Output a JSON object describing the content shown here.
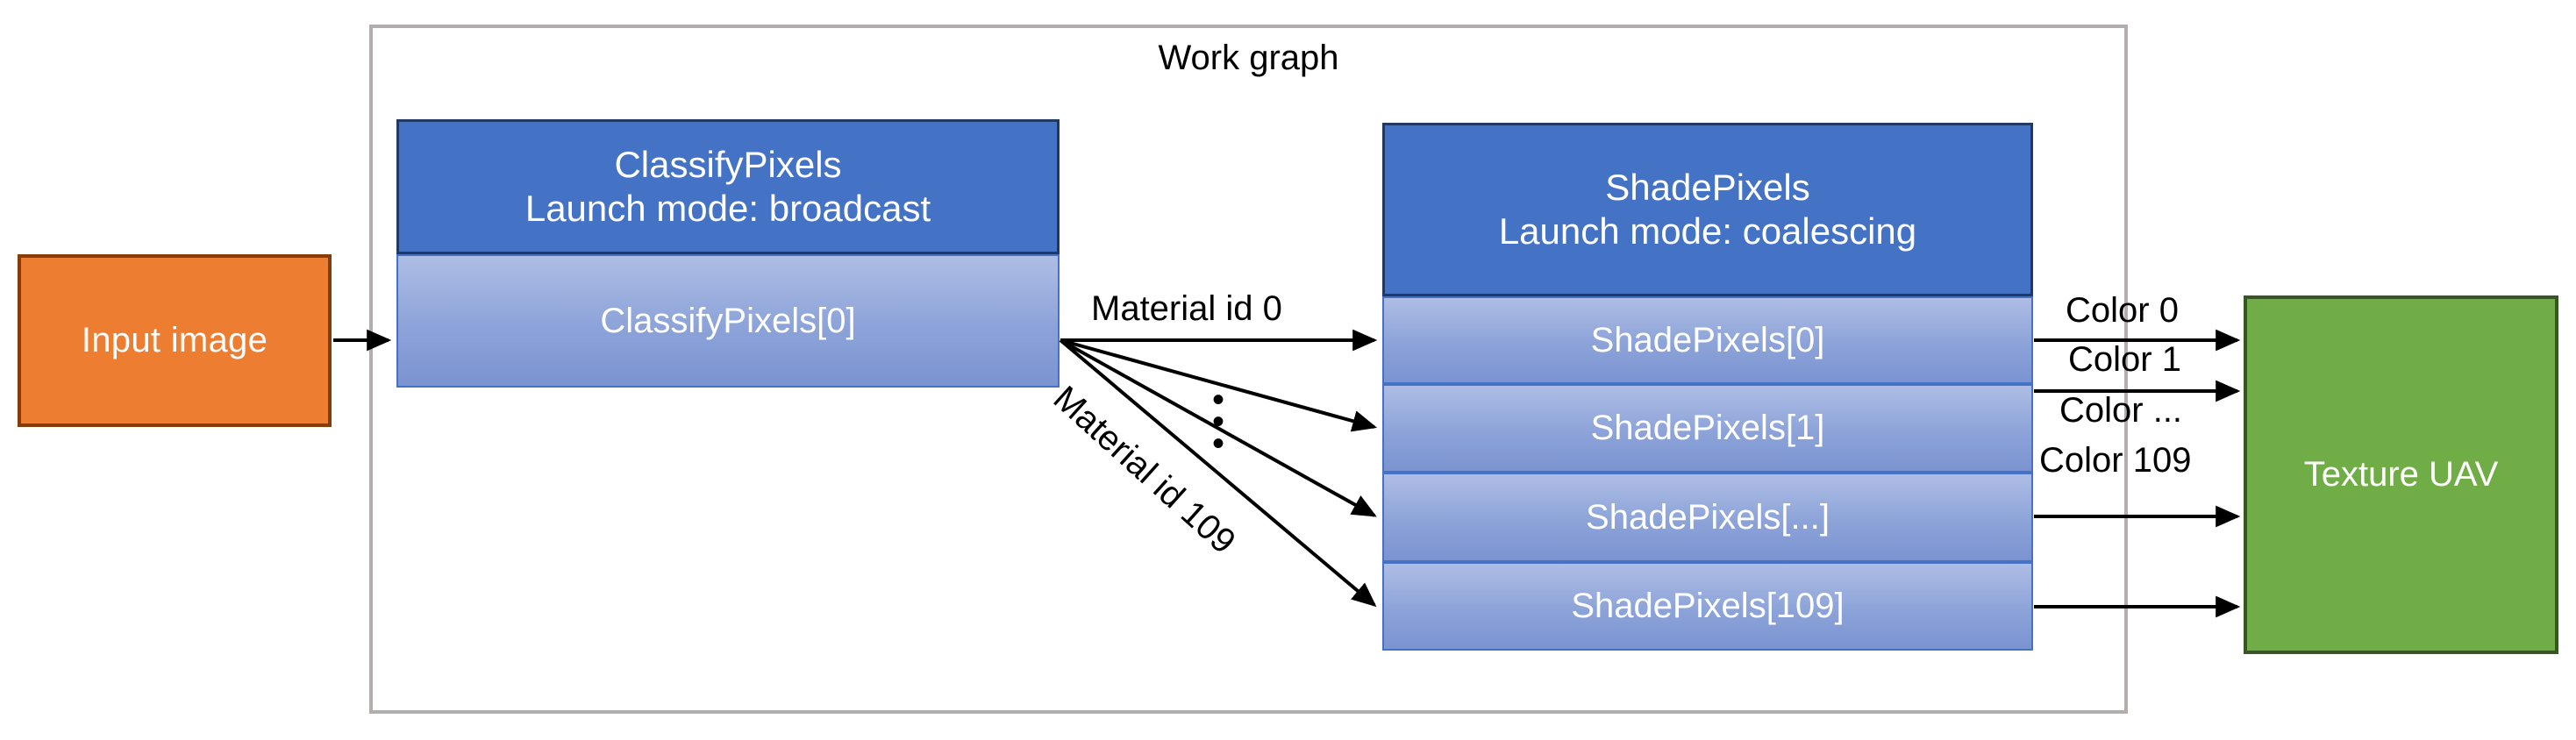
{
  "diagram": {
    "title": "Work graph",
    "container_border_color": "#b2aeae",
    "background": "#ffffff"
  },
  "input_node": {
    "label": "Input image",
    "fill": "#ED7D31",
    "border": "#843C0B",
    "text_color": "#ffffff"
  },
  "output_node": {
    "label": "Texture UAV",
    "fill": "#70AD47",
    "border": "#375623",
    "text_color": "#ffffff"
  },
  "nodes": [
    {
      "name": "ClassifyPixels",
      "launch_mode_label": "Launch mode: broadcast",
      "header_fill": "#4472C4",
      "header_border": "#1F3864",
      "rows": [
        "ClassifyPixels[0]"
      ],
      "row_fill_top": "#AEBDE4",
      "row_fill_bottom": "#7B93D0"
    },
    {
      "name": "ShadePixels",
      "launch_mode_label": "Launch mode: coalescing",
      "header_fill": "#4472C4",
      "header_border": "#1F3864",
      "rows": [
        "ShadePixels[0]",
        "ShadePixels[1]",
        "ShadePixels[...]",
        "ShadePixels[109]"
      ],
      "row_fill_top": "#AEBDE4",
      "row_fill_bottom": "#7B93D0"
    }
  ],
  "edge_labels": {
    "material_first": "Material id 0",
    "material_last": "Material id 109",
    "material_ellipsis": [
      "•",
      "•",
      "•"
    ],
    "color_0": "Color 0",
    "color_1": "Color 1",
    "color_dots": "Color ...",
    "color_109": "Color 109"
  },
  "edges": {
    "input_to_classify": {
      "from": "Input image",
      "to": "ClassifyPixels[0]"
    },
    "classify_to_shade": [
      {
        "label": "Material id 0",
        "to": "ShadePixels[0]"
      },
      {
        "label": "",
        "to": "ShadePixels[1]"
      },
      {
        "label": "",
        "to": "ShadePixels[...]"
      },
      {
        "label": "Material id 109",
        "to": "ShadePixels[109]"
      }
    ],
    "shade_to_texture": [
      {
        "label": "Color 0",
        "from": "ShadePixels[0]"
      },
      {
        "label": "Color 1",
        "from": "ShadePixels[1]"
      },
      {
        "label": "Color ...",
        "from": "ShadePixels[...]"
      },
      {
        "label": "Color 109",
        "from": "ShadePixels[109]"
      }
    ]
  }
}
